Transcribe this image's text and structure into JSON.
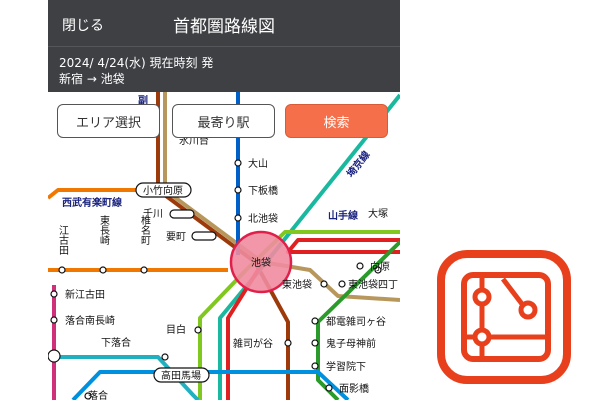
{
  "header": {
    "close_label": "閉じる",
    "title": "首都圏路線図"
  },
  "subheader": {
    "datetime": "2024/ 4/24(水) 現在時刻 発",
    "route": "新宿 → 池袋"
  },
  "buttons": {
    "area": "エリア選択",
    "nearest": "最寄り駅",
    "search": "検索"
  },
  "map": {
    "lines": {
      "saikyo": "埼京線",
      "seibu": "西武有楽町線",
      "yamanote": "山手線",
      "fukutoshin_partial": "副"
    },
    "stations": {
      "ikebukuro": "池袋",
      "kotakemukaihara": "小竹向原",
      "senkawa": "千川",
      "kanamecho": "要町",
      "hikawadai": "氷川台",
      "oyama": "大山",
      "shimoitabashi": "下板橋",
      "kitaikebukuro": "北池袋",
      "otsuka": "大塚",
      "ekoda": "江古田",
      "higashinagasaki": "東長崎",
      "shiinamachi": "椎名町",
      "shinegota": "新江古田",
      "ochiaiminaminagasaki": "落合南長崎",
      "shimoochiai": "下落合",
      "mejiro": "目白",
      "takadanobaba": "高田馬場",
      "ochiai": "落合",
      "zoshigaya": "雑司が谷",
      "higashiikebukuro": "東池袋",
      "higashiikebukuro4": "東池袋四丁",
      "mukohara": "向原",
      "toden_zoshigaya": "都電雑司ヶ谷",
      "kishibojinmae": "鬼子母神前",
      "gakushuinshita": "学習院下",
      "omokagebashi": "面影橋"
    }
  },
  "colors": {
    "accent": "#f5704a",
    "header": "#3f4044",
    "icon": "#e8401c",
    "fukutoshin": "#9c3a0c",
    "yurakucho": "#b8975c",
    "mita": "#0060c8",
    "seibu": "#f07800",
    "saikyo": "#1bb8a0",
    "yamanote": "#80c820",
    "marunouchi": "#e02020",
    "arakawa": "#2a9a2a",
    "oedo": "#d0307a",
    "tozai": "#0090e0",
    "shinjuku": "#20b0c0"
  },
  "app_icon": "route-map-icon"
}
